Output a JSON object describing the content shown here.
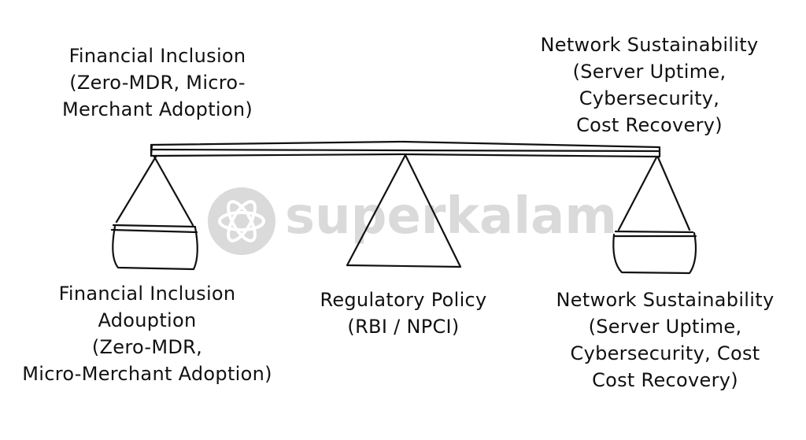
{
  "labels": {
    "top_left": [
      "Financial Inclusion",
      "(Zero-MDR, Micro-",
      "Merchant Adoption)"
    ],
    "top_right": [
      "Network Sustainability",
      "(Server Uptime,",
      "Cybersecurity,",
      "Cost Recovery)"
    ],
    "bottom_left": [
      "Financial Inclusion",
      "Adouption",
      "(Zero-MDR,",
      "Micro-Merchant Adoption)"
    ],
    "bottom_center": [
      "Regulatory Policy",
      "(RBI / NPCI)"
    ],
    "bottom_right": [
      "Network Sustainability",
      "(Server Uptime,",
      "Cybersecurity, Cost",
      "Cost Recovery)"
    ]
  },
  "watermark": {
    "text": "superkalam",
    "icon": "atom-icon"
  },
  "colors": {
    "ink": "#111111",
    "watermark": "#5a5a5a"
  }
}
